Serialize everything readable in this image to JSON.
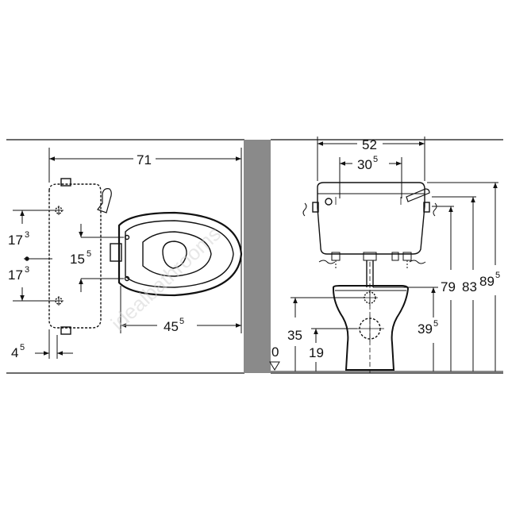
{
  "watermark": "idealbathrooms",
  "left_view": {
    "dims": {
      "overall_width": "71",
      "bowl_depth_main": "45",
      "bowl_depth_sup": "5",
      "edge_offset_main": "4",
      "edge_offset_sup": "5",
      "upper_fix_main": "17",
      "upper_fix_sup": "3",
      "center_main": "15",
      "center_sup": "5",
      "lower_fix_main": "17",
      "lower_fix_sup": "3"
    }
  },
  "right_view": {
    "dims": {
      "cistern_width": "52",
      "cistern_holes_main": "30",
      "cistern_holes_sup": "5",
      "floor_zero": "0",
      "bowl_inlet_height": "35",
      "waste_outlet_height": "19",
      "outlet_main": "39",
      "outlet_sup": "5",
      "cistern_bottom_height": "79",
      "cistern_mid_height": "83",
      "cistern_top_main": "89",
      "cistern_top_sup": "5"
    }
  }
}
